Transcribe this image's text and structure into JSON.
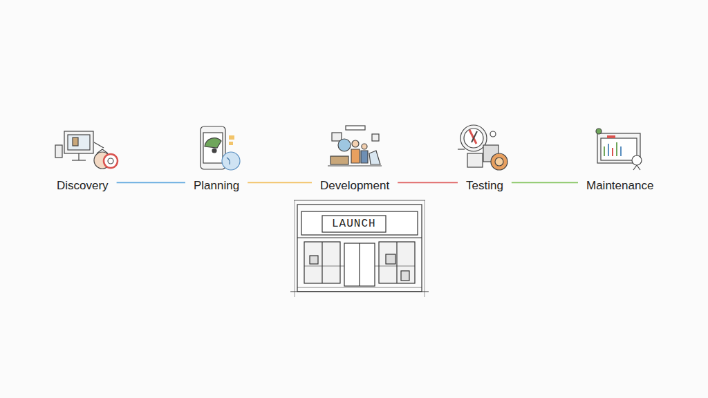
{
  "diagram": {
    "nodes": [
      {
        "text": [
          "Discovery"
        ]
      },
      {
        "text": [
          "Planning"
        ]
      },
      {
        "text": [
          "Development"
        ]
      },
      {
        "text": [
          "Testing"
        ]
      },
      {
        "text": [
          "Maintenance"
        ]
      }
    ],
    "edges": [
      {
        "from": 0,
        "to": 1,
        "arrow": "none"
      },
      {
        "from": 1,
        "to": 2,
        "arrow": "none"
      },
      {
        "from": 2,
        "to": 3,
        "arrow": "none"
      },
      {
        "from": 3,
        "to": 4,
        "arrow": "none"
      }
    ],
    "labels": [
      "LAUNCH"
    ]
  }
}
